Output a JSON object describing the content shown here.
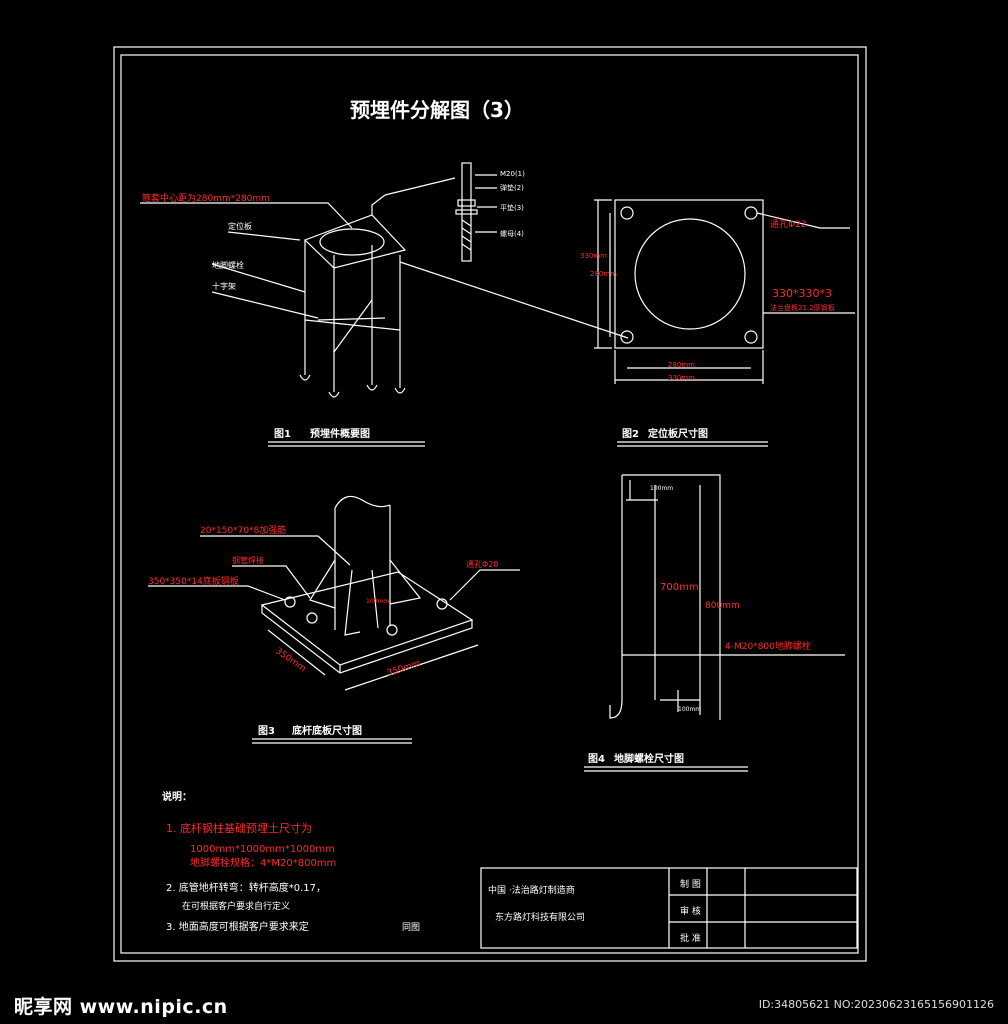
{
  "title": "预埋件分解图（3）",
  "fig1": {
    "caption_no": "图1",
    "caption": "预埋件概要图",
    "label_hoop": "箍套中心距为280mm*280mm",
    "label_a": "定位板",
    "label_b": "地脚螺栓",
    "label_c": "十字架",
    "bolt_labels": [
      "M20(1)",
      "弹垫(2)",
      "平垫(3)",
      "螺母(4)"
    ]
  },
  "fig2": {
    "caption_no": "图2",
    "caption": "定位板尺寸图",
    "hole_label": "通孔Φ22",
    "plate_label": "330*330*3",
    "plate_sub": "法兰盘板21.2厚钢板",
    "dim_v_outer": "330mm",
    "dim_v_inner": "280mm",
    "dim_h_inner": "280mm",
    "dim_h_outer": "330mm"
  },
  "fig3": {
    "caption_no": "图3",
    "caption": "底杆底板尺寸图",
    "label_rib": "20*150*70*8加强筋",
    "label_pipe": "钢管焊接",
    "label_plate": "350*350*14底板钢板",
    "label_hole": "通孔Φ28",
    "dim_a": "350mm",
    "dim_b": "350mm",
    "center_mark": "100mm"
  },
  "fig4": {
    "caption_no": "图4",
    "caption": "地脚螺栓尺寸图",
    "dim_top": "100mm",
    "dim_mid": "700mm",
    "dim_total": "800mm",
    "dim_bottom": "100mm",
    "label_bolt": "4-M20*800地脚螺栓"
  },
  "notes": {
    "heading": "说明：",
    "items": [
      {
        "text": "1. 底杆钢柱基础预埋土尺寸为",
        "sub": [
          "1000mm*1000mm*1000mm",
          "地脚螺栓规格：4*M20*800mm"
        ]
      },
      {
        "text": "2. 底管地杆转弯：转杆高度*0.17，",
        "sub": [
          "在可根据客户要求自行定义"
        ]
      },
      {
        "text": "3. 地面高度可根据客户要求来定",
        "sub": []
      }
    ],
    "corner_tag": "同图"
  },
  "titleblock": {
    "line1": "中国  ·法治路灯制造商",
    "line2": "东方路灯科技有限公司",
    "rows": [
      "制  图",
      "审  核",
      "批  准"
    ]
  },
  "watermark": {
    "left": "昵享网 www.nipic.cn",
    "right": "ID:34805621 NO:20230623165156901126"
  }
}
